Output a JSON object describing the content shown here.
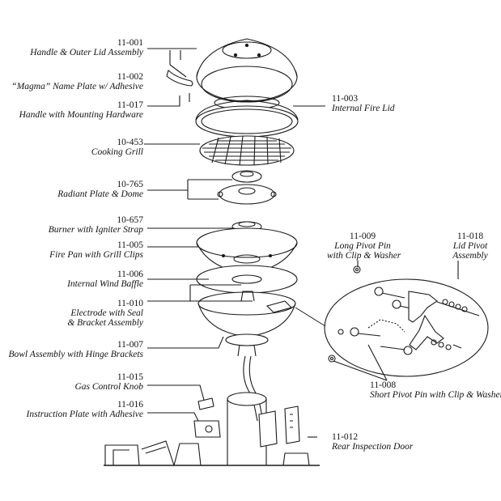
{
  "labels": {
    "p11_001": {
      "num": "11-001",
      "desc": "Handle & Outer Lid Assembly"
    },
    "p11_002": {
      "num": "11-002",
      "desc": "“Magma” Name Plate w/ Adhesive"
    },
    "p11_017": {
      "num": "11-017",
      "desc": "Handle with Mounting Hardware"
    },
    "p11_003": {
      "num": "11-003",
      "desc": "Internal Fire Lid"
    },
    "p10_453": {
      "num": "10-453",
      "desc": "Cooking Grill"
    },
    "p10_765": {
      "num": "10-765",
      "desc": "Radiant Plate & Dome"
    },
    "p10_657": {
      "num": "10-657",
      "desc": "Burner with Igniter Strap"
    },
    "p11_005": {
      "num": "11-005",
      "desc": "Fire Pan with Grill Clips"
    },
    "p11_006": {
      "num": "11-006",
      "desc": "Internal Wind Baffle"
    },
    "p11_010": {
      "num": "11-010",
      "desc1": "Electrode with Seal",
      "desc2": "& Bracket Assembly"
    },
    "p11_007": {
      "num": "11-007",
      "desc": "Bowl Assembly with Hinge Brackets"
    },
    "p11_015": {
      "num": "11-015",
      "desc": "Gas Control Knob"
    },
    "p11_016": {
      "num": "11-016",
      "desc": "Instruction Plate with Adhesive"
    },
    "p11_012": {
      "num": "11-012",
      "desc": "Rear Inspection Door"
    },
    "p11_009": {
      "num": "11-009",
      "desc1": "Long Pivot Pin",
      "desc2": "with Clip & Washer"
    },
    "p11_018": {
      "num": "11-018",
      "desc1": "Lid Pivot",
      "desc2": "Assembly"
    },
    "p11_008": {
      "num": "11-008",
      "desc": "Short Pivot Pin with Clip & Washer"
    }
  },
  "colors": {
    "line": "#1a1a1a",
    "text": "#111111",
    "background": "#ffffff"
  }
}
